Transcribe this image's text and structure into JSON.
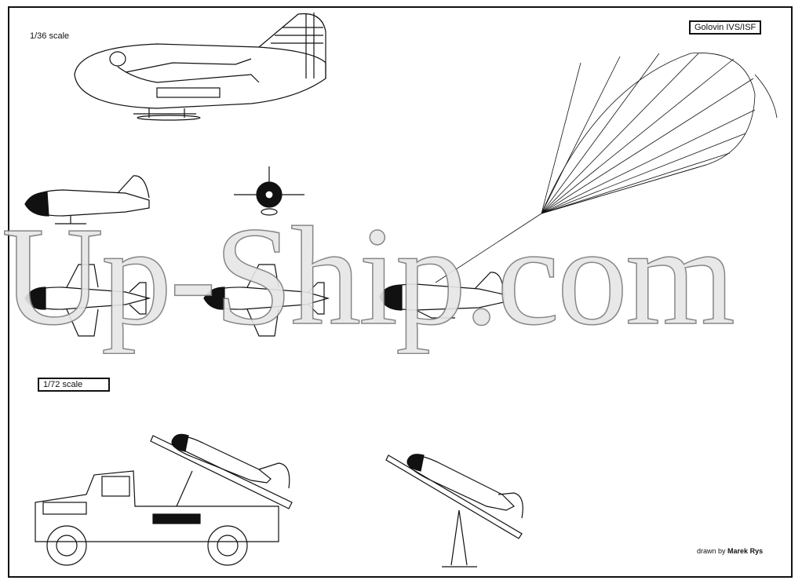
{
  "scale_large": "1/36 scale",
  "scale_small": "1/72 scale",
  "title": "Golovin IVS/ISF",
  "credit_prefix": "drawn by",
  "credit_name": "Marek Rys",
  "watermark": "Up-Ship.com"
}
